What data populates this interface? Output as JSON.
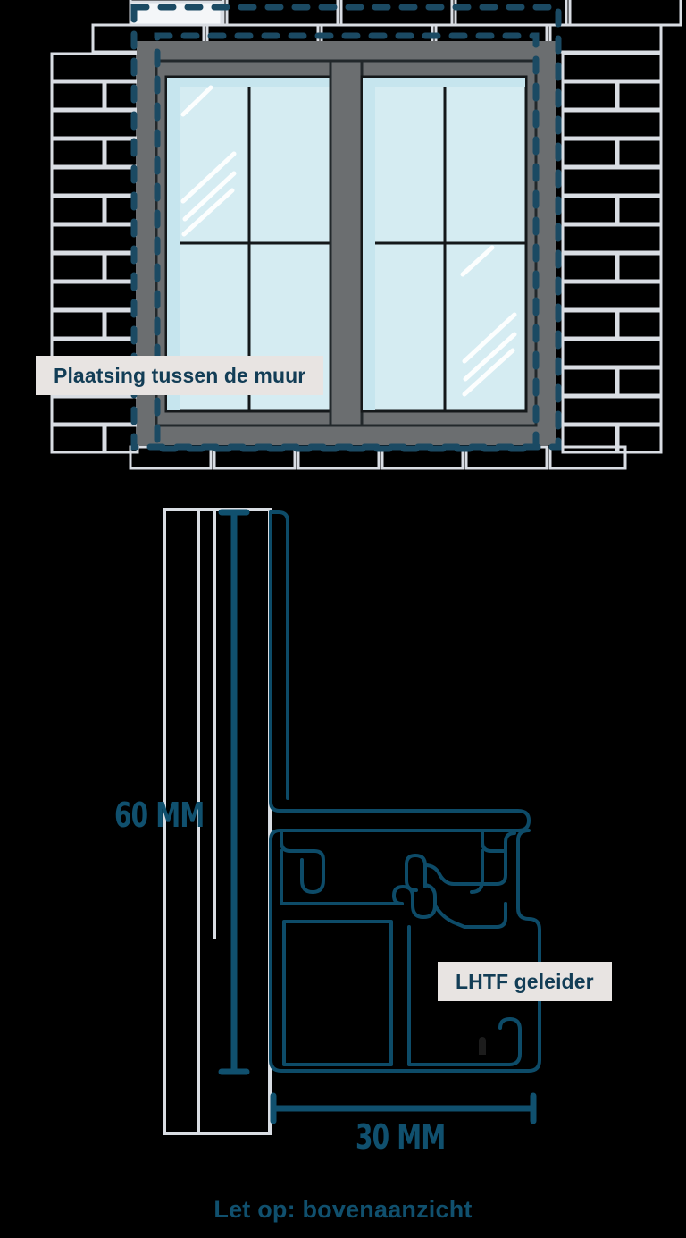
{
  "diagram": {
    "title": "Plaatsing tussen de muur",
    "footnote": "Let op: bovenaanzicht"
  },
  "callouts": [
    {
      "id": "wall-placement",
      "label": "Plaatsing tussen de muur",
      "accent_side": "left",
      "accent_color": "#ffd04a",
      "background": "#e8e4e2",
      "text_color": "#123d56"
    },
    {
      "id": "lhtf-guide",
      "label": "LHTF geleider",
      "accent_side": "right",
      "accent_color": "#ffd04a",
      "background": "#e8e4e2",
      "text_color": "#123d56"
    }
  ],
  "dimensions": {
    "vertical": {
      "label": "60 MM",
      "value": 60,
      "unit": "MM",
      "orientation": "vertical"
    },
    "horizontal": {
      "label": "30 MM",
      "value": 30,
      "unit": "MM",
      "orientation": "horizontal"
    }
  },
  "colors": {
    "background": "#000000",
    "brick_stroke": "#d9dde3",
    "frame_gray": "#6b6e70",
    "frame_dark": "#4c4f51",
    "glass": "#d5ecf2",
    "glass_highlight": "#ffffff",
    "dashed_outline": "#1b4a63",
    "profile_line": "#0d4b68",
    "dimension_line": "#10506e",
    "wall_line": "#d9dde3",
    "accent_yellow": "#ffd04a",
    "label_bg": "#e8e4e2",
    "label_text": "#123d56"
  },
  "views": {
    "elevation": {
      "name": "front-elevation",
      "description": "Window in brick wall, front view"
    },
    "section": {
      "name": "top-section",
      "description": "LHTF guide profile, top view cross-section"
    }
  }
}
